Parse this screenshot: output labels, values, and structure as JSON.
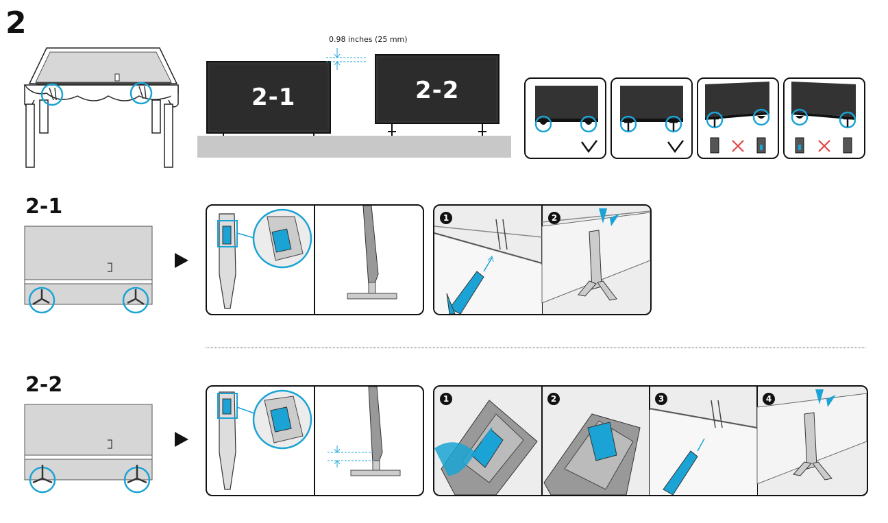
{
  "main_step": "2",
  "measurement": "0.98 inches (25 mm)",
  "tv_labels": [
    "2-1",
    "2-2"
  ],
  "sections": [
    {
      "label": "2-1",
      "sub_steps": [
        "1",
        "2"
      ]
    },
    {
      "label": "2-2",
      "sub_steps": [
        "1",
        "2",
        "3",
        "4"
      ]
    }
  ],
  "colors": {
    "accent": "#1aa3d4",
    "tv": "#333333",
    "ground": "#c8c8c8",
    "panel_bg": "#ededed",
    "wrong": "#e23b3b"
  },
  "icons": [
    "play-arrow-icon",
    "check-icon",
    "cross-icon"
  ]
}
